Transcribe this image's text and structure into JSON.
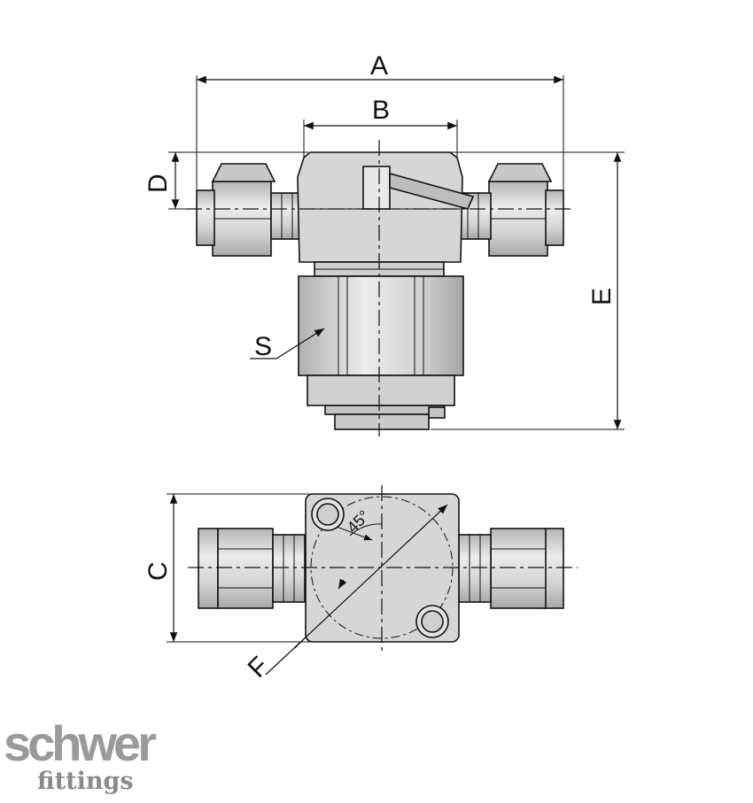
{
  "labels": {
    "A": "A",
    "B": "B",
    "C": "C",
    "D": "D",
    "E": "E",
    "F": "F",
    "S": "S",
    "angle": "45°"
  },
  "logo": {
    "word": "schwer",
    "sub": "fittings"
  },
  "colors": {
    "line": "#111111",
    "body_fill": "#d6d6d6",
    "body_shade": "#b9b9b9",
    "logo": "#9a9a9a"
  }
}
